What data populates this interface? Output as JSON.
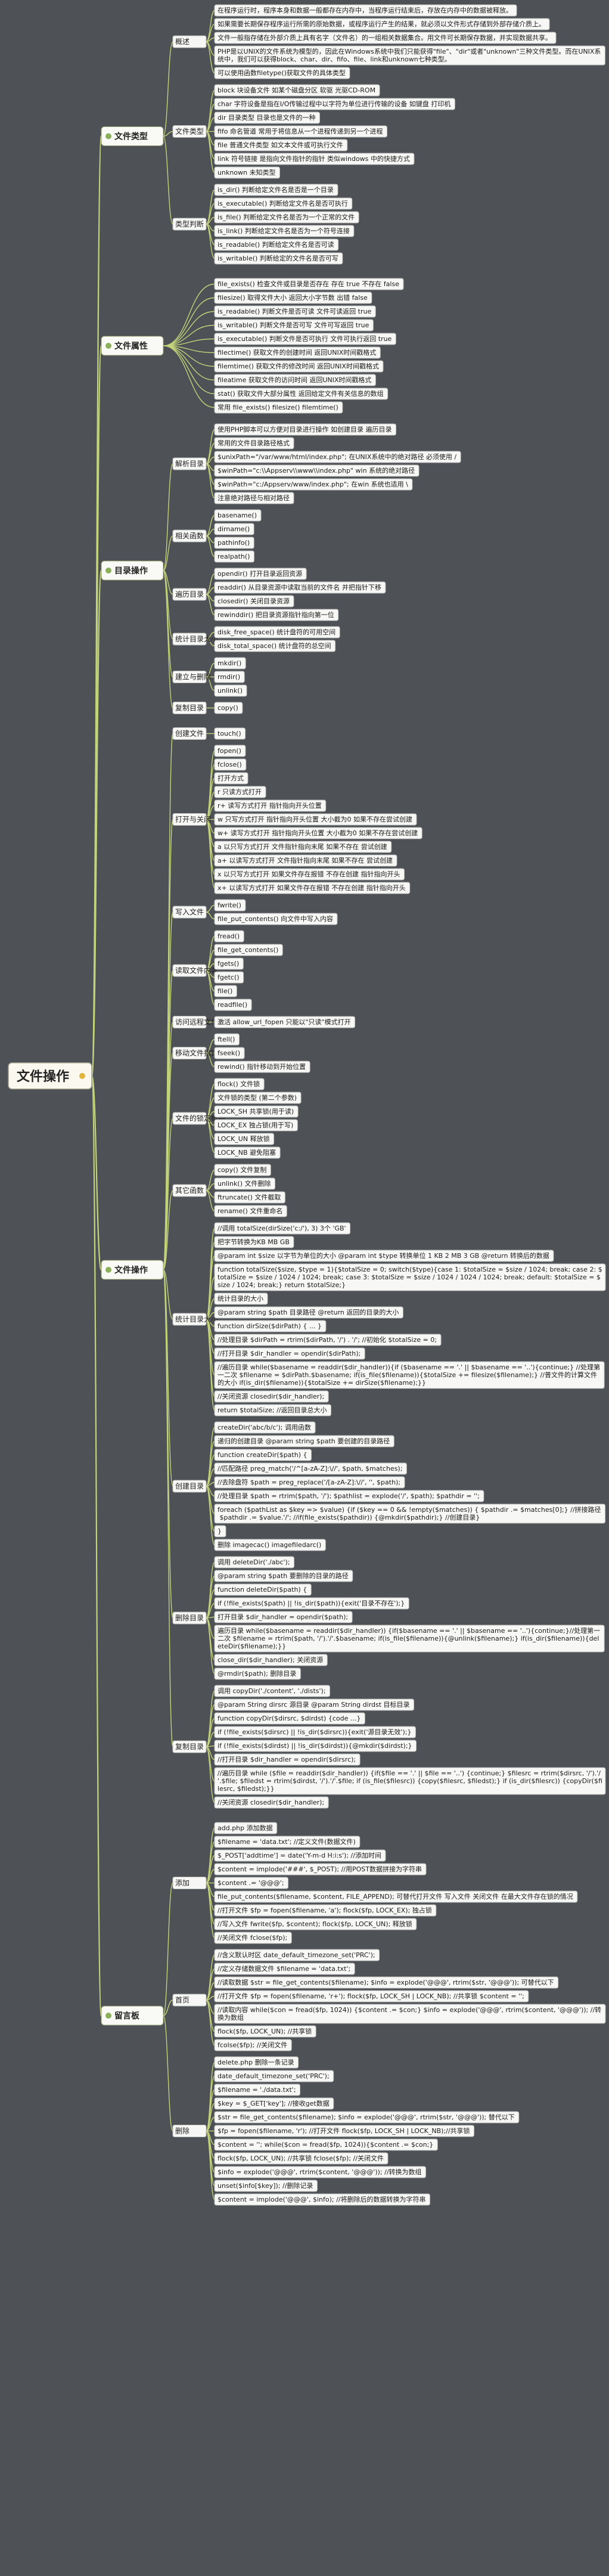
{
  "root": {
    "label": "文件操作"
  },
  "categories": [
    {
      "label": "文件类型",
      "groups": [
        {
          "label": "概述",
          "items": [
            "在程序运行时，程序本身和数据一般都存在内存中，当程序运行结束后，存放在内存中的数据被释放。",
            "如果需要长期保存程序运行所需的原始数据，或程序运行产生的结果，就必须以文件形式存储到外部存储介质上。",
            "文件一般指存储在外部介质上具有名字（文件名）的一组相关数据集合。用文件可长期保存数据，并实现数据共享。",
            "PHP是以UNIX的文件系统为模型的，因此在Windows系统中我们只能获得\"file\"、\"dir\"或者\"unknown\"三种文件类型。而在UNIX系统中，我们可以获得block、char、dir、fifo、file、link和unknown七种类型。",
            "可以使用函数filetype()获取文件的具体类型"
          ]
        },
        {
          "label": "文件类型",
          "items": [
            "block 块设备文件 如某个磁盘分区 软驱 光驱CD-ROM",
            "char 字符设备是指在I/O传输过程中以字符为单位进行传输的设备 如键盘 打印机",
            "dir 目录类型 目录也是文件的一种",
            "fifo 命名管道 常用于将信息从一个进程传递到另一个进程",
            "file 普通文件类型 如文本文件或可执行文件",
            "link 符号链接 是指向文件指针的指针 类似windows 中的快捷方式",
            "unknown 未知类型"
          ]
        },
        {
          "label": "类型判断",
          "items": [
            "is_dir() 判断给定文件名是否是一个目录",
            "is_executable() 判断给定文件名是否可执行",
            "is_file() 判断给定文件名是否为一个正常的文件",
            "is_link() 判断给定文件名是否为一个符号连接",
            "is_readable() 判断给定文件名是否可读",
            "is_writable() 判断给定的文件名是否可写"
          ]
        }
      ]
    },
    {
      "label": "文件属性",
      "items": [
        "file_exists() 检查文件或目录是否存在 存在 true 不存在 false",
        "filesize() 取得文件大小 返回大小字节数 出错 false",
        "is_readable() 判断文件是否可读 文件可读返回 true",
        "is_writable() 判断文件是否可写 文件可写返回 true",
        "is_executable() 判断文件是否可执行 文件可执行返回 true",
        "filectime() 获取文件的创建时间 返回UNIX时间戳格式",
        "filemtime() 获取文件的修改时间 返回UNIX时间戳格式",
        "fileatime 获取文件的访问时间 返回UNIX时间戳格式",
        "stat() 获取文件大部分属性 返回给定文件有关信息的数组",
        "常用 file_exists() filesize() filemtime()"
      ]
    },
    {
      "label": "目录操作",
      "groups": [
        {
          "label": "解析目录",
          "items": [
            "使用PHP脚本可以方便对目录进行操作 如创建目录 遍历目录",
            "常用的文件目录路径格式",
            "$unixPath=\"/var/www/html/index.php\"; 在UNIX系统中的绝对路径 必须使用 /",
            "$winPath=\"c:\\\\Appserv\\\\www\\\\index.php\" win 系统的绝对路径",
            "$winPath=\"c:/Appserv/www/index.php\"; 在win 系统也适用 \\",
            "注意绝对路径与相对路径"
          ]
        },
        {
          "label": "相关函数",
          "items": [
            "basename()",
            "dirname()",
            "pathinfo()",
            "realpath()"
          ]
        },
        {
          "label": "遍历目录",
          "items": [
            "opendir() 打开目录返回资源",
            "readdir() 从目录资源中读取当前的文件名 并把指针下移",
            "closedir() 关闭目录资源",
            "rewinddir() 把目录资源指针指向第一位"
          ]
        },
        {
          "label": "统计目录大小",
          "items": [
            "disk_free_space() 统计盘符的可用空间",
            "disk_total_space() 统计盘符的总空间"
          ]
        },
        {
          "label": "建立与删除",
          "items": [
            "mkdir()",
            "rmdir()",
            "unlink()"
          ]
        },
        {
          "label": "复制目录",
          "items": [
            "copy()"
          ]
        }
      ]
    },
    {
      "label": "文件操作",
      "groups": [
        {
          "label": "创建文件",
          "items": [
            "touch()"
          ]
        },
        {
          "label": "打开与关闭",
          "items": [
            "fopen()",
            "fclose()",
            "打开方式",
            "r 只读方式打开",
            "r+ 读写方式打开 指针指向开头位置",
            "w 只写方式打开 指针指向开头位置 大小截为0 如果不存在尝试创建",
            "w+ 读写方式打开 指针指向开头位置 大小截为0 如果不存在尝试创建",
            "a 以只写方式打开 文件指针指向末尾 如果不存在 尝试创建",
            "a+ 以读写方式打开 文件指针指向末尾 如果不存在 尝试创建",
            "x 以只写方式打开 如果文件存在报错 不存在创建 指针指向开头",
            "x+ 以读写方式打开 如果文件存在报错 不存在创建 指针指向开头"
          ]
        },
        {
          "label": "写入文件",
          "items": [
            "fwrite()",
            "file_put_contents() 向文件中写入内容"
          ]
        },
        {
          "label": "读取文件内容",
          "items": [
            "fread()",
            "file_get_contents()",
            "fgets()",
            "fgetc()",
            "file()",
            "readfile()"
          ]
        },
        {
          "label": "访问远程文件",
          "items": [
            "激活 allow_url_fopen 只能以\"只读\"模式打开"
          ]
        },
        {
          "label": "移动文件指针",
          "items": [
            "ftell()",
            "fseek()",
            "rewind() 指针移动到开始位置"
          ]
        },
        {
          "label": "文件的锁定机制",
          "items": [
            "flock() 文件锁",
            "文件锁的类型 (第二个参数)",
            "LOCK_SH 共享锁(用于读)",
            "LOCK_EX 独占锁(用于写)",
            "LOCK_UN 释放锁",
            "LOCK_NB 避免阻塞"
          ]
        },
        {
          "label": "其它函数",
          "items": [
            "copy() 文件复制",
            "unlink() 文件删除",
            "ftruncate() 文件截取",
            "rename() 文件重命名"
          ]
        },
        {
          "label": "统计目录大小",
          "items": [
            "//调用 totalSize(dirSize('c:/'), 3) 3个 'GB'",
            "把字节转换为KB MB GB",
            "@param int $size 以字节为单位的大小 @param int $type 转换单位 1 KB 2 MB 3 GB @return 转换后的数据",
            "function totalSize($size, $type = 1){$totalSize = 0; switch($type){case 1: $totalSize = $size / 1024; break; case 2: $totalSize = $size / 1024 / 1024; break; case 3: $totalSize = $size / 1024 / 1024 / 1024; break; default: $totalSize = $size / 1024; break;} return $totalSize;}",
            "统计目录的大小",
            "@param string $path 目录路径 @return 返回的目录的大小",
            "function dirSize($dirPath) { ... }",
            "//处理目录 $dirPath = rtrim($dirPath, '/') . '/'; //初始化 $totalSize = 0;",
            "//打开目录 $dir_handler = opendir($dirPath);",
            "//遍历目录 while($basename = readdir($dir_handler)){if ($basename == '.' || $basename == '..'){continue;} //处理第一二次 $filename = $dirPath.$basename; if(is_file($filename)){$totalSize += filesize($filename);} //普文件的计算文件的大小 if(is_dir($filename)){$totalSize += dirSize($filename);}}",
            "//关闭资源 closedir($dir_handler);",
            "return $totalSize; //返回目录总大小"
          ]
        },
        {
          "label": "创建目录",
          "items": [
            "createDir('abc/b/c'); 调用函数",
            "递归的创建目录 @param string $path 要创建的目录路径",
            "function createDir($path) {",
            "//匹配路径 preg_match('/^[a-zA-Z]:\\//', $path, $matches);",
            "//去除盘符 $path = preg_replace('/[a-zA-Z]:\\//', '', $path);",
            "//处理目录 $path = rtrim($path, '/'); $pathlist = explode('/', $path); $pathdir = '';",
            "foreach ($pathList as $key => $value) {if ($key == 0 && !empty($matches)) { $pathdir .= $matches[0];} //拼接路径 $pathdir .= $value.'/'; //if(file_exists($pathdir)) {@mkdir($pathdir);} //创建目录}",
            "}",
            "删除 imagecac() imagefiledarc()"
          ]
        },
        {
          "label": "删除目录",
          "items": [
            "调用 deleteDir('./abc');",
            "@param string $path 要删除的目录的路径",
            "function deleteDir($path) {",
            "if (!file_exists($path) || !is_dir($path)){exit('目录不存在');}",
            "打开目录 $dir_handler = opendir($path);",
            "遍历目录 while($basename = readdir($dir_handler)) {if($basename == '.' || $basename == '..'){continue;}//处理第一二次 $filename = rtrim($path, '/').'/'.$basename; if(is_file($filename)){@unlink($filename);} if(is_dir($filename)){deleteDir($filename);}}",
            "close_dir($dir_handler); 关闭资源",
            "@rmdir($path); 删除目录"
          ]
        },
        {
          "label": "复制目录",
          "items": [
            "调用 copyDir('./content', './dists');",
            "@param String dirsrc 源目录 @param String dirdst 目标目录",
            "function copyDir($dirsrc, $dirdst) {code ...}",
            "if (!file_exists($dirsrc) || !is_dir($dirsrc)){exit('源目录无效');}",
            "if (!file_exists($dirdst) || !is_dir($dirdst)){@mkdir($dirdst);}",
            "//打开目录 $dir_handler = opendir($dirsrc);",
            "//遍历目录 while ($file = readdir($dir_handler)) {if($file == '.' || $file == '..') {continue;} $filesrc = rtrim($dirsrc, '/').'/'.$file; $filedst = rtrim($dirdst, '/').'/'.$file; if (is_file($filesrc)) {copy($filesrc, $filedst);} if (is_dir($filesrc)) {copyDir($filesrc, $filedst);}}",
            "//关闭资源 closedir($dir_handler);"
          ]
        }
      ]
    },
    {
      "label": "留言板",
      "groups": [
        {
          "label": "添加",
          "items": [
            "add.php 添加数据",
            "$filename = 'data.txt'; //定义文件(数据文件)",
            "$_POST['addtime'] = date('Y-m-d H:i:s'); //添加时间",
            "$content = implode('###', $_POST); //用POST数据拼接为字符串",
            "$content .= '@@@';",
            "file_put_contents($filename, $content, FILE_APPEND); 可替代打开文件 写入文件 关闭文件 在最大文件存在锁的情况",
            "//打开文件 $fp = fopen($filename, 'a'); flock($fp, LOCK_EX); 独占锁",
            "//写入文件 fwrite($fp, $content); flock($fp, LOCK_UN); 释放锁",
            "//关闭文件 fclose($fp);"
          ]
        },
        {
          "label": "首页",
          "items": [
            "//含义默认时区 date_default_timezone_set('PRC');",
            "//定义存储数据文件 $filename = 'data.txt';",
            "//读取数据 $str = file_get_contents($filename); $info = explode('@@@', rtrim($str, '@@@')); 可替代以下",
            "//打开文件 $fp = fopen($filename, 'r+'); flock($fp, LOCK_SH | LOCK_NB); //共享锁 $content = '';",
            "//读取内容 while($con = fread($fp, 1024)) {$content .= $con;} $info = explode('@@@', rtrim($content, '@@@')); //转换为数组",
            "flock($fp, LOCK_UN); //共享锁",
            "fcolse($fp); //关闭文件"
          ]
        },
        {
          "label": "删除",
          "items": [
            "delete.php 删除一条记录",
            "date_default_timezone_set('PRC');",
            "$filename = './data.txt';",
            "$key = $_GET['key']; //接收get数据",
            "$str = file_get_contents($filename); $info = explode('@@@', rtrim($str, '@@@')); 替代以下",
            "$fp = fopen($filename, 'r'); //打开文件 flock($fp, LOCK_SH | LOCK_NB);//共享锁",
            "$content = ''; while($con = fread($fp, 1024)){$content .= $con;}",
            "flock($fp, LOCK_UN); //共享锁 fclose($fp); //关闭文件",
            "$info = explode('@@@', rtrim($content, '@@@')); //转换为数组",
            "unset($info[$key]); //删除记录",
            "$content = implode('@@@', $info); //将删除后的数据转换为字符串"
          ]
        }
      ]
    }
  ]
}
